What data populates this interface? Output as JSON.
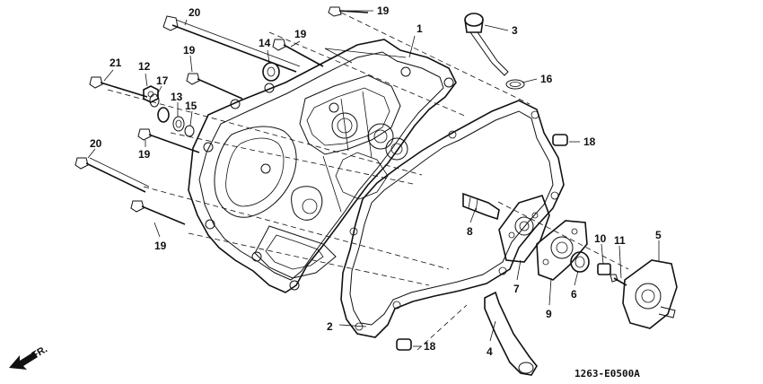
{
  "diagram": {
    "drawing_code": "1263-E0500A",
    "direction_label": "FR.",
    "callouts": [
      {
        "id": "c1",
        "label": "1"
      },
      {
        "id": "c2",
        "label": "2"
      },
      {
        "id": "c3",
        "label": "3"
      },
      {
        "id": "c4",
        "label": "4"
      },
      {
        "id": "c5",
        "label": "5"
      },
      {
        "id": "c6",
        "label": "6"
      },
      {
        "id": "c7",
        "label": "7"
      },
      {
        "id": "c8",
        "label": "8"
      },
      {
        "id": "c9",
        "label": "9"
      },
      {
        "id": "c10",
        "label": "10"
      },
      {
        "id": "c11",
        "label": "11"
      },
      {
        "id": "c12",
        "label": "12"
      },
      {
        "id": "c13",
        "label": "13"
      },
      {
        "id": "c14",
        "label": "14"
      },
      {
        "id": "c15",
        "label": "15"
      },
      {
        "id": "c16",
        "label": "16"
      },
      {
        "id": "c17",
        "label": "17"
      },
      {
        "id": "c18a",
        "label": "18"
      },
      {
        "id": "c18b",
        "label": "18"
      },
      {
        "id": "c19a",
        "label": "19"
      },
      {
        "id": "c19b",
        "label": "19"
      },
      {
        "id": "c19c",
        "label": "19"
      },
      {
        "id": "c19d",
        "label": "19"
      },
      {
        "id": "c19e",
        "label": "19"
      },
      {
        "id": "c20a",
        "label": "20"
      },
      {
        "id": "c20b",
        "label": "20"
      },
      {
        "id": "c21",
        "label": "21"
      }
    ]
  }
}
